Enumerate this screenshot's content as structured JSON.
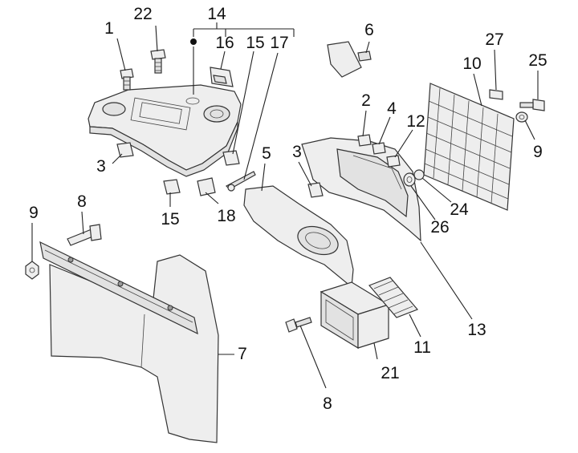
{
  "callouts": [
    {
      "id": "c-1",
      "text": "1"
    },
    {
      "id": "c-22",
      "text": "22"
    },
    {
      "id": "c-14",
      "text": "14"
    },
    {
      "id": "c-16",
      "text": "16"
    },
    {
      "id": "c-15a",
      "text": "15"
    },
    {
      "id": "c-17",
      "text": "17"
    },
    {
      "id": "c-6",
      "text": "6"
    },
    {
      "id": "c-27",
      "text": "27"
    },
    {
      "id": "c-25",
      "text": "25"
    },
    {
      "id": "c-10",
      "text": "10"
    },
    {
      "id": "c-2",
      "text": "2"
    },
    {
      "id": "c-4",
      "text": "4"
    },
    {
      "id": "c-12",
      "text": "12"
    },
    {
      "id": "c-9a",
      "text": "9"
    },
    {
      "id": "c-3a",
      "text": "3"
    },
    {
      "id": "c-3b",
      "text": "3"
    },
    {
      "id": "c-5",
      "text": "5"
    },
    {
      "id": "c-15b",
      "text": "15"
    },
    {
      "id": "c-18",
      "text": "18"
    },
    {
      "id": "c-24",
      "text": "24"
    },
    {
      "id": "c-26",
      "text": "26"
    },
    {
      "id": "c-9b",
      "text": "9"
    },
    {
      "id": "c-8a",
      "text": "8"
    },
    {
      "id": "c-13",
      "text": "13"
    },
    {
      "id": "c-11",
      "text": "11"
    },
    {
      "id": "c-7",
      "text": "7"
    },
    {
      "id": "c-21",
      "text": "21"
    },
    {
      "id": "c-8b",
      "text": "8"
    }
  ]
}
